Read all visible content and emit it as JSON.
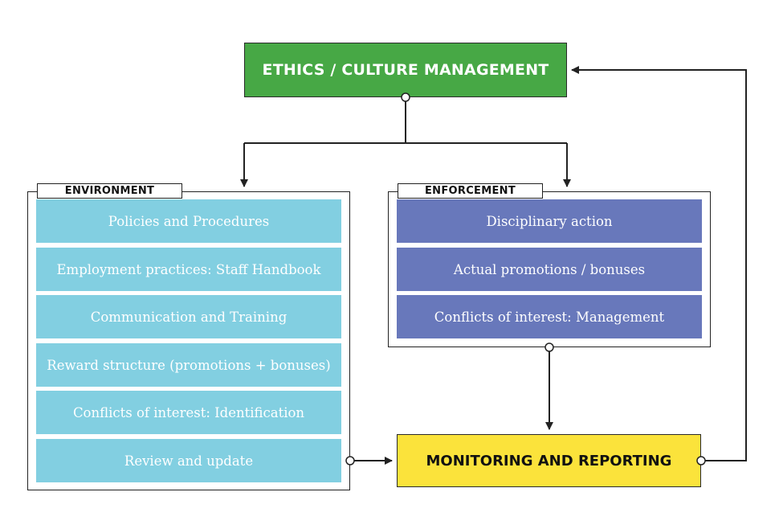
{
  "colors": {
    "top_box": "#47a845",
    "bottom_box": "#fbe33b",
    "environment_item": "#82cfe1",
    "enforcement_item": "#6878bb",
    "line": "#222222"
  },
  "top": {
    "label": "ETHICS / CULTURE MANAGEMENT"
  },
  "environment": {
    "tag": "ENVIRONMENT",
    "items": [
      "Policies and Procedures",
      "Employment practices: Staff Handbook",
      "Communication and Training",
      "Reward structure (promotions + bonuses)",
      "Conflicts of interest: Identification",
      "Review and update"
    ]
  },
  "enforcement": {
    "tag": "ENFORCEMENT",
    "items": [
      "Disciplinary action",
      "Actual promotions / bonuses",
      "Conflicts of interest: Management"
    ]
  },
  "bottom": {
    "label": "MONITORING AND REPORTING"
  }
}
